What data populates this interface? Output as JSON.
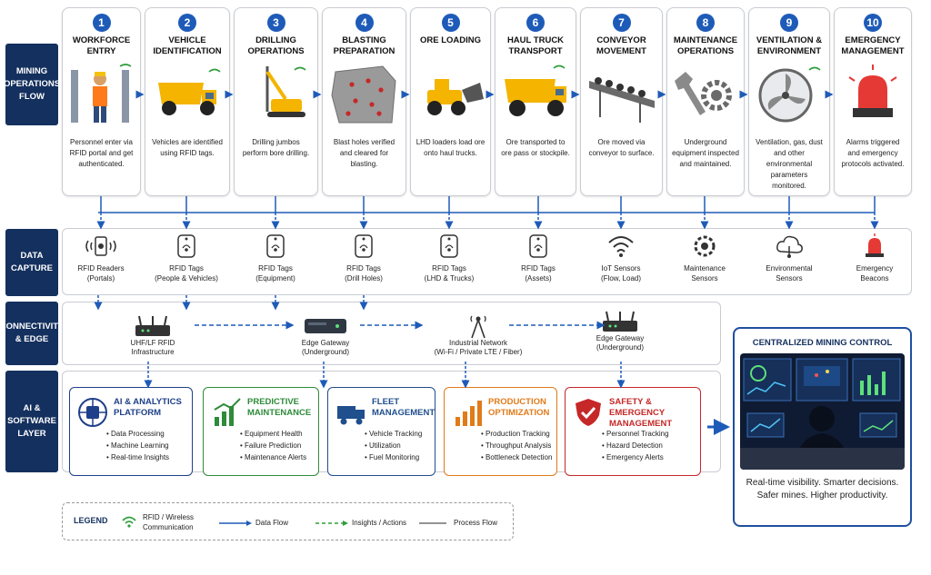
{
  "lanes": {
    "flow": "MINING OPERATIONS FLOW",
    "capture": "DATA CAPTURE",
    "connectivity": "CONNECTIVITY & EDGE",
    "ai": "AI & SOFTWARE LAYER"
  },
  "stages": [
    {
      "num": "1",
      "title": "WORKFORCE ENTRY",
      "desc": "Personnel enter via RFID portal and get authenticated.",
      "icon": "worker-portal-icon"
    },
    {
      "num": "2",
      "title": "VEHICLE IDENTIFICATION",
      "desc": "Vehicles are identified using RFID tags.",
      "icon": "dump-truck-icon"
    },
    {
      "num": "3",
      "title": "DRILLING OPERATIONS",
      "desc": "Drilling jumbos perform bore drilling.",
      "icon": "drill-rig-icon"
    },
    {
      "num": "4",
      "title": "BLASTING PREPARATION",
      "desc": "Blast holes verified and cleared for blasting.",
      "icon": "rock-face-icon"
    },
    {
      "num": "5",
      "title": "ORE LOADING",
      "desc": "LHD loaders load ore onto haul trucks.",
      "icon": "loader-icon"
    },
    {
      "num": "6",
      "title": "HAUL TRUCK TRANSPORT",
      "desc": "Ore transported to ore pass or stockpile.",
      "icon": "haul-truck-icon"
    },
    {
      "num": "7",
      "title": "CONVEYOR MOVEMENT",
      "desc": "Ore moved via conveyor to surface.",
      "icon": "conveyor-icon"
    },
    {
      "num": "8",
      "title": "MAINTENANCE OPERATIONS",
      "desc": "Underground equipment inspected and maintained.",
      "icon": "wrench-gear-icon"
    },
    {
      "num": "9",
      "title": "VENTILATION & ENVIRONMENT",
      "desc": "Ventilation, gas, dust and other environmental parameters monitored.",
      "icon": "fan-icon"
    },
    {
      "num": "10",
      "title": "EMERGENCY MANAGEMENT",
      "desc": "Alarms triggered and emergency protocols activated.",
      "icon": "alarm-beacon-icon"
    }
  ],
  "capture": [
    {
      "label": "RFID Readers",
      "sub": "(Portals)",
      "icon": "rfid-reader-icon"
    },
    {
      "label": "RFID Tags",
      "sub": "(People & Vehicles)",
      "icon": "rfid-tag-icon"
    },
    {
      "label": "RFID Tags",
      "sub": "(Equipment)",
      "icon": "rfid-tag-icon"
    },
    {
      "label": "RFID Tags",
      "sub": "(Drill Holes)",
      "icon": "rfid-tag-icon"
    },
    {
      "label": "RFID Tags",
      "sub": "(LHD & Trucks)",
      "icon": "rfid-tag-icon"
    },
    {
      "label": "RFID Tags",
      "sub": "(Assets)",
      "icon": "rfid-tag-icon"
    },
    {
      "label": "IoT Sensors",
      "sub": "(Flow, Load)",
      "icon": "wifi-sensor-icon"
    },
    {
      "label": "Maintenance",
      "sub": "Sensors",
      "icon": "gear-sensor-icon"
    },
    {
      "label": "Environmental",
      "sub": "Sensors",
      "icon": "cloud-sensor-icon"
    },
    {
      "label": "Emergency",
      "sub": "Beacons",
      "icon": "beacon-icon"
    }
  ],
  "connectivity": [
    {
      "label": "UHF/LF RFID",
      "sub": "Infrastructure",
      "icon": "router-icon"
    },
    {
      "label": "Edge Gateway",
      "sub": "(Underground)",
      "icon": "edge-gateway-icon"
    },
    {
      "label": "Industrial Network",
      "sub": "(Wi-Fi / Private LTE / Fiber)",
      "icon": "antenna-tower-icon"
    },
    {
      "label": "Edge Gateway",
      "sub": "(Underground)",
      "icon": "router-icon"
    }
  ],
  "ai_cards": [
    {
      "title": "AI & ANALYTICS PLATFORM",
      "items": [
        "Data Processing",
        "Machine Learning",
        "Real-time Insights"
      ],
      "color": "#1e3f8a",
      "icon": "ai-chip-icon"
    },
    {
      "title": "PREDICTIVE MAINTENANCE",
      "items": [
        "Equipment Health",
        "Failure Prediction",
        "Maintenance Alerts"
      ],
      "color": "#2e8b3a",
      "icon": "bar-chart-icon"
    },
    {
      "title": "FLEET MANAGEMENT",
      "items": [
        "Vehicle Tracking",
        "Utilization",
        "Fuel Monitoring"
      ],
      "color": "#1f4f8c",
      "icon": "truck-icon"
    },
    {
      "title": "PRODUCTION OPTIMIZATION",
      "items": [
        "Production Tracking",
        "Throughput Analysis",
        "Bottleneck Detection"
      ],
      "color": "#e07b1a",
      "icon": "growth-chart-icon"
    },
    {
      "title": "SAFETY & EMERGENCY MANAGEMENT",
      "items": [
        "Personnel Tracking",
        "Hazard Detection",
        "Emergency Alerts"
      ],
      "color": "#c62828",
      "icon": "shield-icon"
    }
  ],
  "control": {
    "title": "CENTRALIZED MINING CONTROL",
    "line1": "Real-time visibility. Smarter decisions.",
    "line2": "Safer mines. Higher productivity."
  },
  "legend": {
    "title": "LEGEND",
    "rfid1": "RFID / Wireless",
    "rfid2": "Communication",
    "dataflow": "Data Flow",
    "insights": "Insights / Actions",
    "process": "Process Flow"
  },
  "colors": {
    "navy": "#14305e",
    "blue": "#1e5bb8",
    "green": "#2e9e3a",
    "gray": "#999999"
  }
}
